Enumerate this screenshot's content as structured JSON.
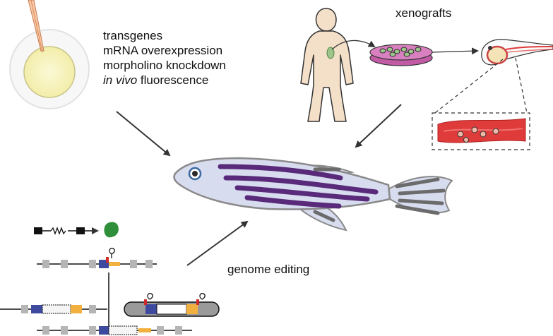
{
  "labels": {
    "methods": [
      "transgenes",
      "mRNA overexpression",
      "morpholino knockdown"
    ],
    "in_vivo": {
      "italic": "in vivo",
      "rest": " fluorescence"
    },
    "xenografts": "xenografts",
    "genome_editing": "genome editing"
  },
  "colors": {
    "fish_body": "#d7dcef",
    "fish_stripe": "#5a2a7a",
    "fin_stripe": "#6b6b6b",
    "egg_yolk": "#f9f6c4",
    "human_skin": "#f4dfc9",
    "tumor_green": "#9dc48a",
    "dish_magenta": "#c25aa6",
    "vessel_red": "#e03b3b",
    "exon_grey": "#b5b5b5",
    "exon_blue": "#3d4a9e",
    "exon_orange": "#f2b13e",
    "cut_red": "#d12a2a",
    "protein_green": "#2f8f3a",
    "arrow": "#333333"
  },
  "icons": [
    "embryo-dish-icon",
    "injection-needle-icon",
    "human-figure-icon",
    "culture-dish-icon",
    "larva-icon",
    "blood-vessel-icon",
    "zebrafish-icon",
    "gene-construct-icon",
    "protein-icon",
    "scissors-icon"
  ]
}
